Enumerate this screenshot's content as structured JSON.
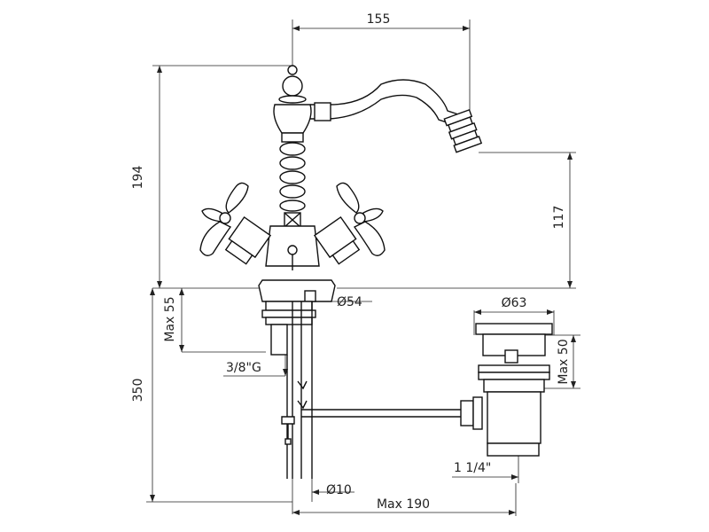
{
  "drawing": {
    "dimensions": {
      "spout_reach": "155",
      "total_height": "194",
      "outlet_height": "117",
      "base_diameter": "Ø54",
      "max_thickness": "Max 55",
      "flexible_length": "350",
      "connection_thread": "3/8\"G",
      "waste_diameter": "Ø63",
      "waste_max_height": "Max 50",
      "waste_thread": "1 1/4\"",
      "rod_diameter": "Ø10",
      "rod_max_length": "Max 190"
    }
  }
}
